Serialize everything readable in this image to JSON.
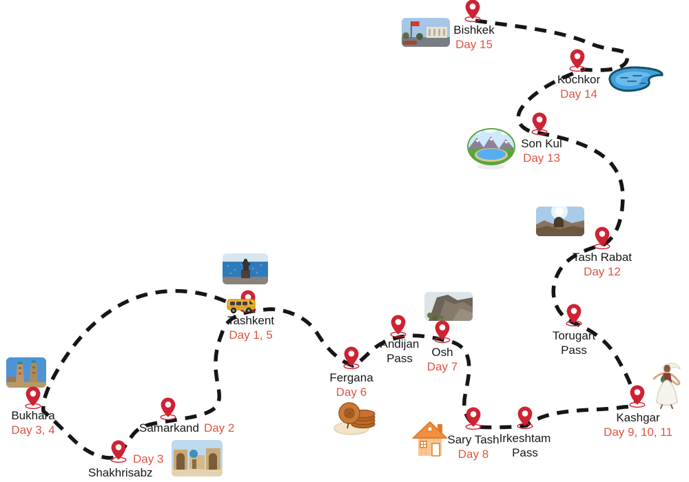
{
  "map_colors": {
    "background": "#ffffff",
    "route": "#161616",
    "pin": "#cf2233",
    "city_name": "#161616",
    "day_label": "#e05340"
  },
  "stops": {
    "bishkek": {
      "name": "Bishkek",
      "day": "Day 15"
    },
    "kochkor": {
      "name": "Kochkor",
      "day": "Day 14"
    },
    "son_kul": {
      "name": "Son Kul",
      "day": "Day 13"
    },
    "tash_rabat": {
      "name": "Tash Rabat",
      "day": "Day 12"
    },
    "torugart_pass": {
      "name": "Torugart Pass"
    },
    "kashgar": {
      "name": "Kashgar",
      "day": "Day 9, 10, 11"
    },
    "irkeshtam_pass": {
      "name": "Irkeshtam Pass"
    },
    "sary_tash": {
      "name": "Sary Tash",
      "day": "Day 8"
    },
    "osh": {
      "name": "Osh",
      "day": "Day 7"
    },
    "andijan_pass": {
      "name": "Andijan Pass"
    },
    "fergana": {
      "name": "Fergana",
      "day": "Day 6"
    },
    "tashkent": {
      "name": "Tashkent",
      "day": "Day 1, 5"
    },
    "samarkand": {
      "name": "Samarkand",
      "day": "Day 2"
    },
    "shakhrisabz": {
      "name": "Shakhrisabz",
      "day": "Day 3"
    },
    "bukhara": {
      "name": "Bukhara",
      "day": "Day 3, 4"
    }
  },
  "illustrations": [
    "bishkek-square-photo",
    "issyk-kul-lake-icon",
    "son-kul-landscape-icon",
    "tash-rabat-photo",
    "whirling-dancer-icon",
    "house-icon",
    "osh-mountain-photo",
    "bread-stack-icon",
    "tashkent-statue-photo",
    "minibus-icon",
    "registan-photo",
    "bukhara-towers-photo",
    "map-pin-icon"
  ]
}
